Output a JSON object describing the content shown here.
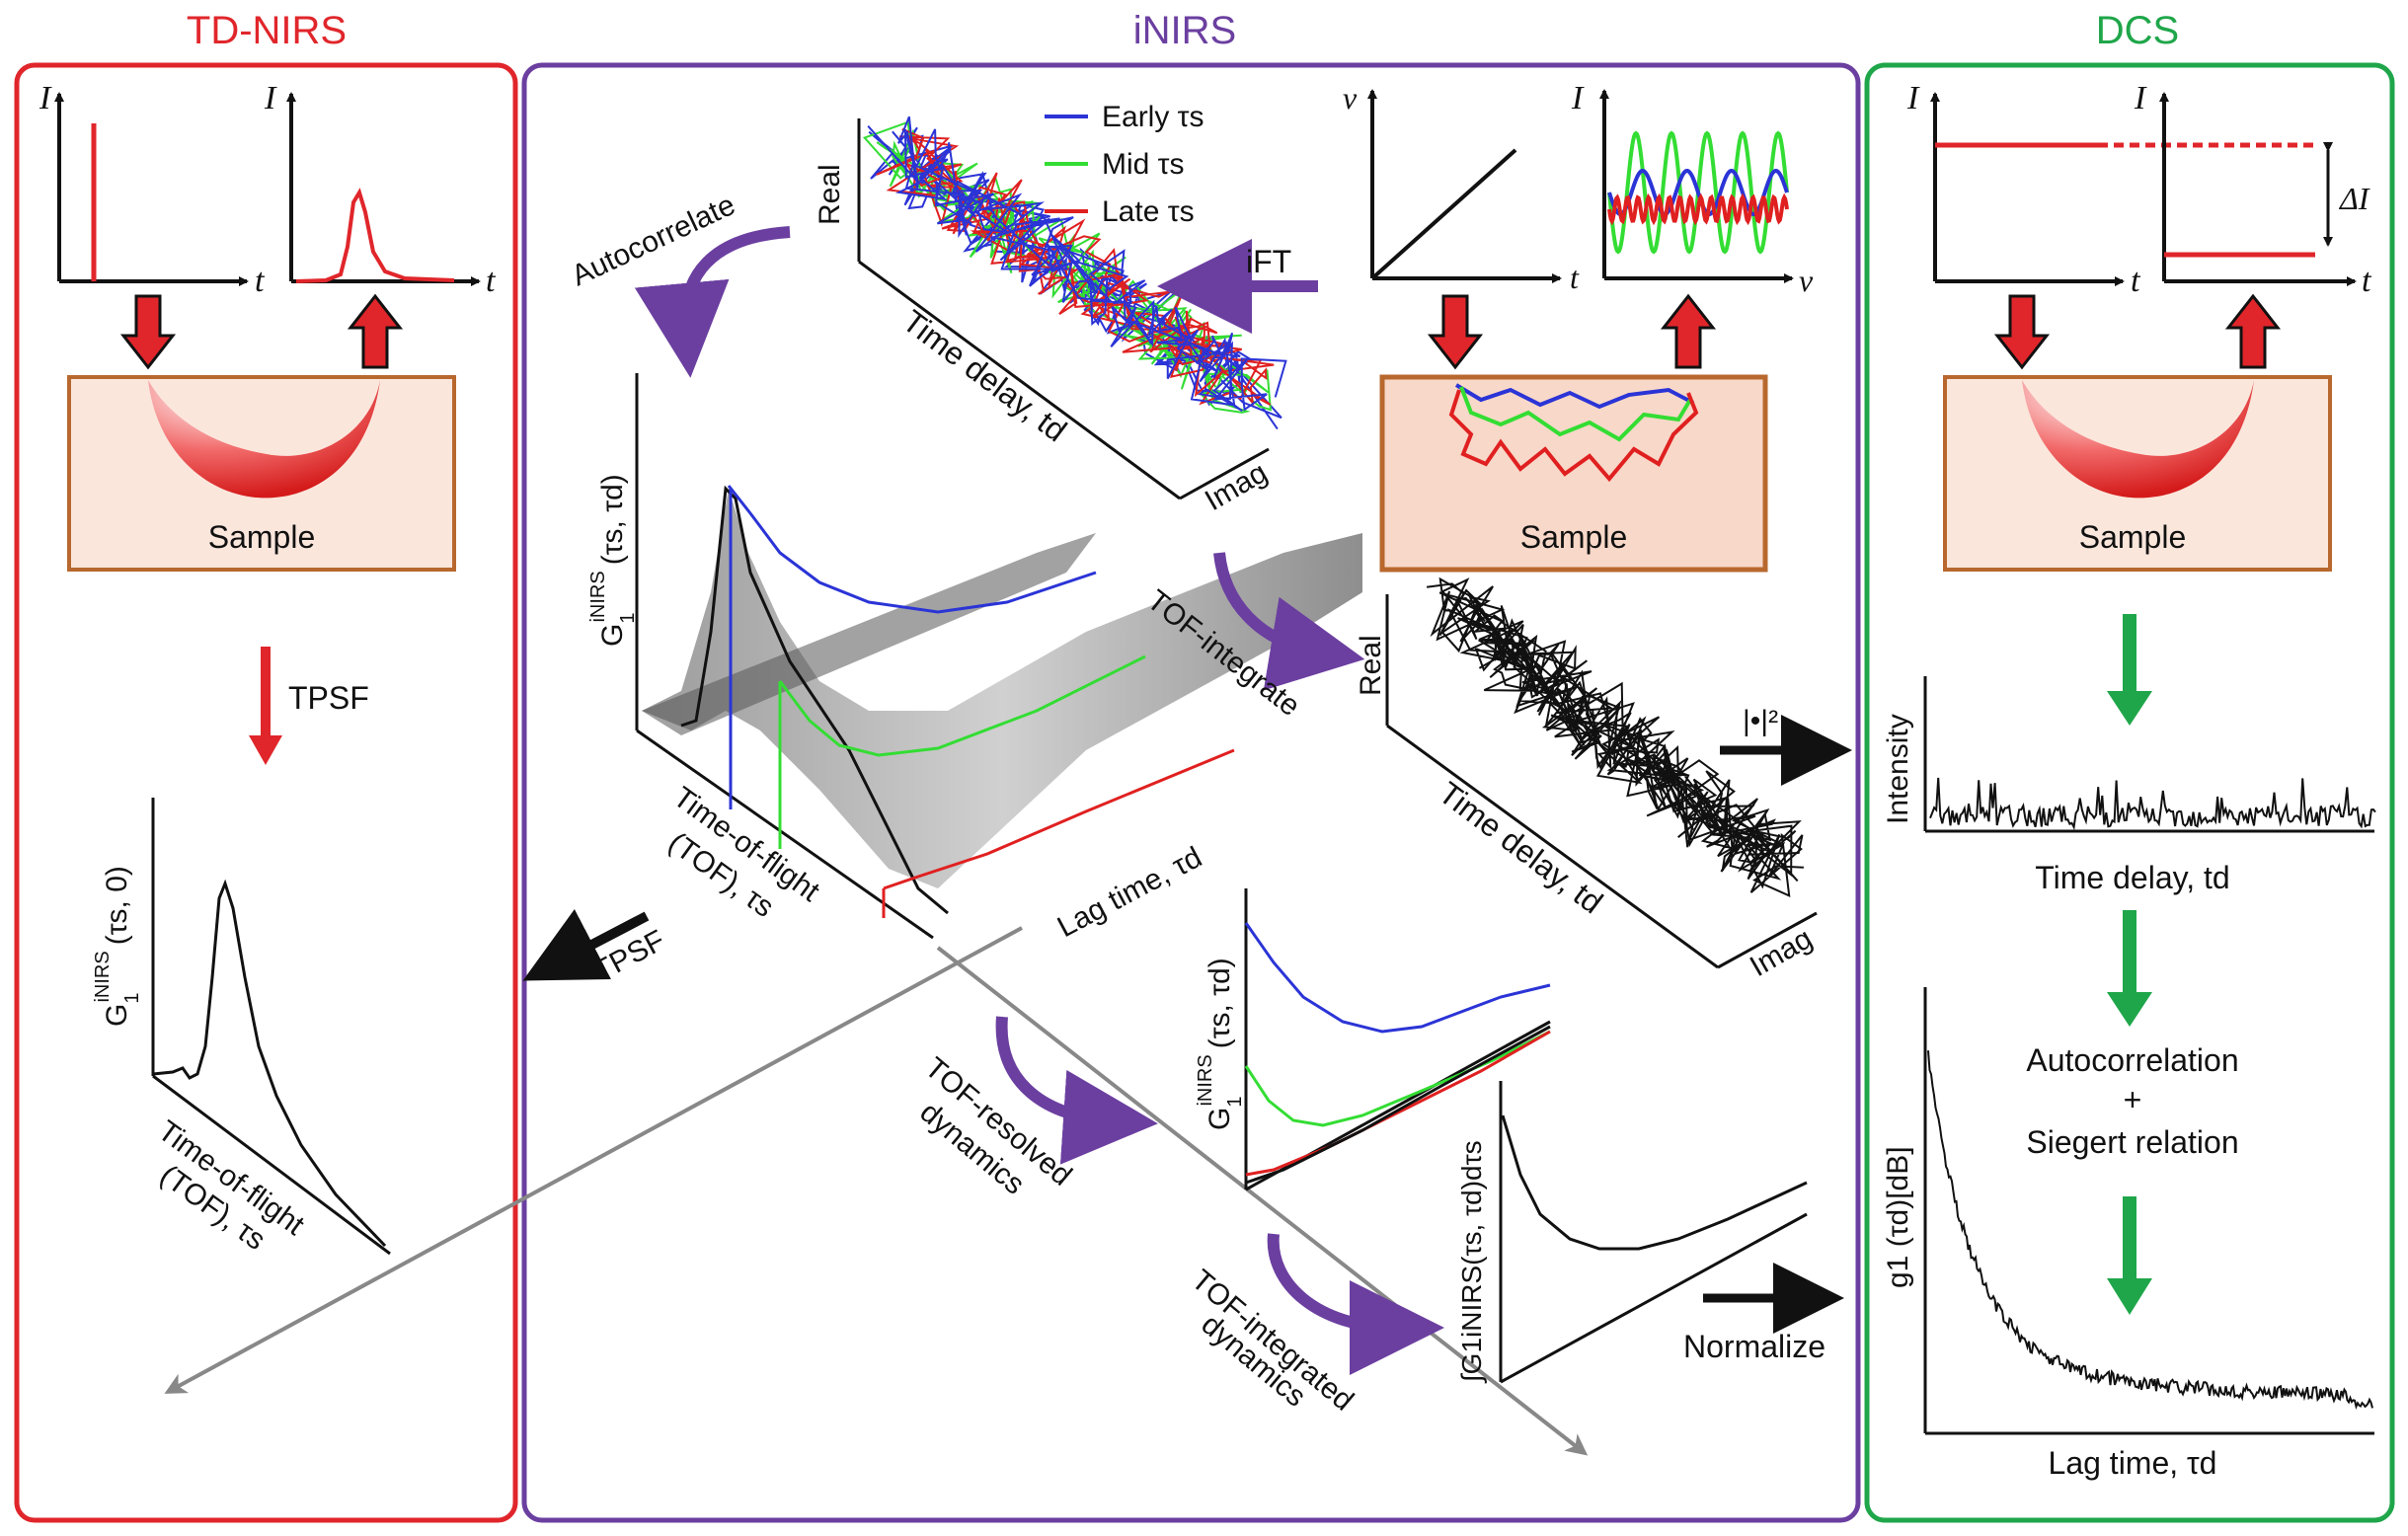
{
  "sections": {
    "td_nirs": {
      "title": "TD-NIRS",
      "color": "#e0262b"
    },
    "inirs": {
      "title": "iNIRS",
      "color": "#6b3fa0"
    },
    "dcs": {
      "title": "DCS",
      "color": "#1fa64a"
    }
  },
  "common": {
    "sample": "Sample",
    "axis_I": "I",
    "axis_t": "t",
    "axis_v": "ν",
    "real": "Real",
    "imag": "Imag",
    "tau": "τ",
    "sub_s": "s",
    "sub_d": "d",
    "G": "G",
    "sub_1": "1",
    "sup_inirs": "iNIRS"
  },
  "td_nirs": {
    "tpsf_label": "TPSF",
    "ylabel_args": "(τs, 0)",
    "xlabel_line1": "Time-of-flight",
    "xlabel_line2": "(TOF), τs"
  },
  "inirs": {
    "legend": [
      {
        "label": "Early τs",
        "color": "#2b34d6"
      },
      {
        "label": "Mid τs",
        "color": "#33dd33"
      },
      {
        "label": "Late τs",
        "color": "#e02020"
      }
    ],
    "autocorrelate": "Autocorrelate",
    "ift": "iFT",
    "time_delay_td": "Time delay, td",
    "g1_args": "(τs, τd)",
    "tof_line1": "Time-of-flight",
    "tof_line2": "(TOF), τs",
    "lag_time": "Lag time, τd",
    "tof_integrate": "TOF-integrate",
    "tpsf_out": "TPSF",
    "tof_resolved_1": "TOF-resolved",
    "tof_resolved_2": "dynamics",
    "tof_integrated_1": "TOF-integrated",
    "tof_integrated_2": "dynamics",
    "integral_label": "∫G1iNIRS(τs, τd)dτs",
    "abs_sq": "|•|²",
    "normalize": "Normalize"
  },
  "dcs": {
    "delta_I": "ΔI",
    "intensity": "Intensity",
    "time_delay": "Time delay, td",
    "autocorrelation": "Autocorrelation",
    "plus": "+",
    "siegert": "Siegert relation",
    "g1_label": "g1 (τd)[dB]",
    "lag_time": "Lag time, τd"
  }
}
